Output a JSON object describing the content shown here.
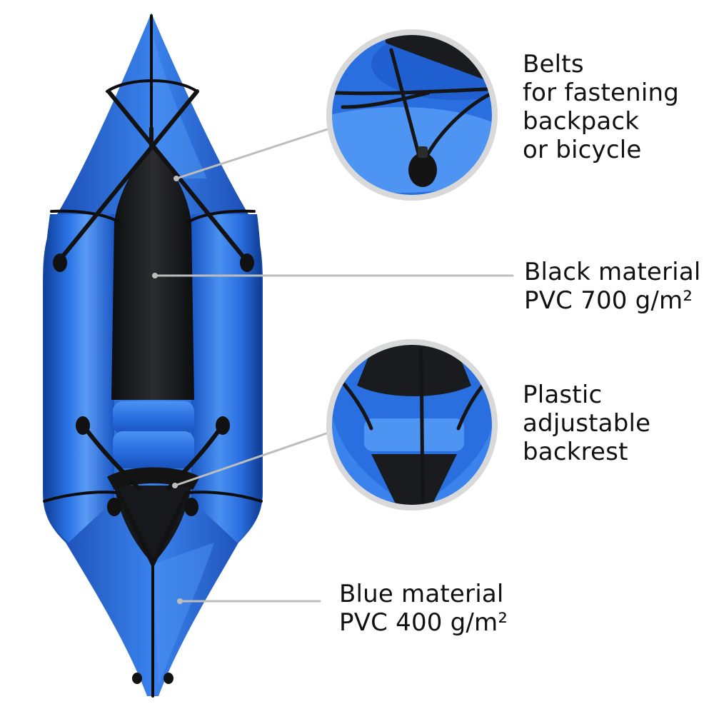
{
  "callouts": {
    "belts": {
      "lines": [
        "Belts",
        "for fastening",
        "backpack",
        "or bicycle"
      ]
    },
    "black_material": {
      "lines": [
        "Black material",
        "PVC 700 g/m²"
      ]
    },
    "backrest": {
      "lines": [
        "Plastic",
        "adjustable",
        "backrest"
      ]
    },
    "blue_material": {
      "lines": [
        "Blue material",
        "PVC 400 g/m²"
      ]
    }
  },
  "colors": {
    "hull_blue": "#1f63d6",
    "hull_blue_light": "#3f86ee",
    "hull_blue_dark": "#0f3f99",
    "cockpit_black": "#1c1d20",
    "strap": "#141414",
    "leader_line": "#bdbdbd",
    "circle_ring": "#d9d9d9"
  }
}
